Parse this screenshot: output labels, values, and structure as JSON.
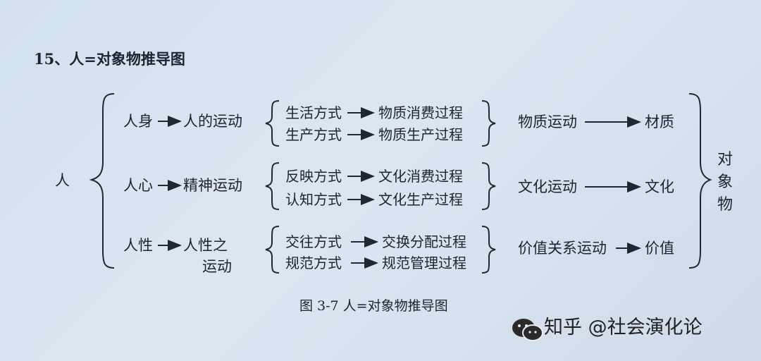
{
  "heading": "15、人=对象物推导图",
  "root": "人",
  "rows": [
    {
      "source": "人身",
      "movement": "人的运动",
      "modes": [
        {
          "mode": "生活方式",
          "process": "物质消费过程"
        },
        {
          "mode": "生产方式",
          "process": "物质生产过程"
        }
      ],
      "aggregate": "物质运动",
      "result": "材质"
    },
    {
      "source": "人心",
      "movement": "精神运动",
      "modes": [
        {
          "mode": "反映方式",
          "process": "文化消费过程"
        },
        {
          "mode": "认知方式",
          "process": "文化生产过程"
        }
      ],
      "aggregate": "文化运动",
      "result": "文化"
    },
    {
      "source": "人性",
      "movement_line1": "人性之",
      "movement_line2": "运动",
      "modes": [
        {
          "mode": "交往方式",
          "process": "交换分配过程"
        },
        {
          "mode": "规范方式",
          "process": "规范管理过程"
        }
      ],
      "aggregate": "价值关系运动",
      "result": "价值"
    }
  ],
  "target_chars": [
    "对",
    "象",
    "物"
  ],
  "caption": "图 3-7 人=对象物推导图",
  "watermark": "知乎 @社会演化论",
  "watermark_icon": "wechat-icon"
}
